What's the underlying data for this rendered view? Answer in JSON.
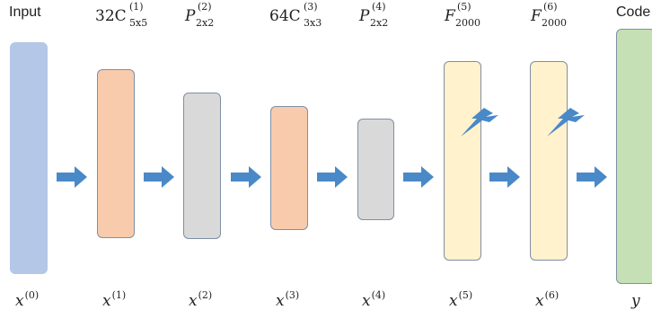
{
  "labels_top": {
    "input": "Input",
    "conv1": {
      "base": "32C",
      "sup": "(1)",
      "sub": "5x5"
    },
    "pool2": {
      "base": "P",
      "sup": "(2)",
      "sub": "2x2"
    },
    "conv3": {
      "base": "64C",
      "sup": "(3)",
      "sub": "3x3"
    },
    "pool4": {
      "base": "P",
      "sup": "(4)",
      "sub": "2x2"
    },
    "fc5": {
      "base": "F",
      "sup": "(5)",
      "sub": "2000"
    },
    "fc6": {
      "base": "F",
      "sup": "(6)",
      "sub": "2000"
    },
    "code": "Code"
  },
  "labels_bottom": [
    {
      "base": "x",
      "sup": "(0)"
    },
    {
      "base": "x",
      "sup": "(1)"
    },
    {
      "base": "x",
      "sup": "(2)"
    },
    {
      "base": "x",
      "sup": "(3)"
    },
    {
      "base": "x",
      "sup": "(4)"
    },
    {
      "base": "x",
      "sup": "(5)"
    },
    {
      "base": "x",
      "sup": "(6)"
    },
    {
      "base": "y",
      "sup": ""
    }
  ],
  "colors": {
    "input": "#b4c7e7",
    "conv": "#f8cbad",
    "pool": "#d9d9d9",
    "fc": "#fff2cc",
    "code": "#c5e0b4",
    "arrow": "#4a89c8",
    "bolt": "#4a89c8"
  }
}
